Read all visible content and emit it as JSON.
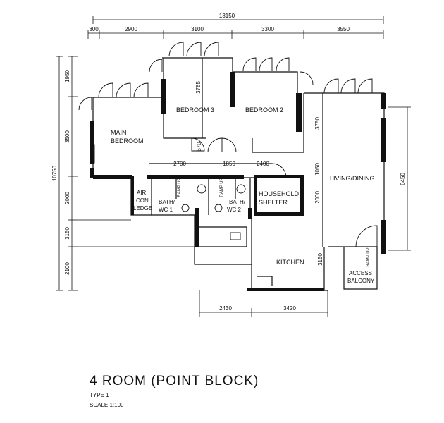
{
  "title": "4 ROOM (POINT BLOCK)",
  "type_label": "TYPE 1",
  "scale_label": "SCALE 1:100",
  "dimensions": {
    "top_total": "13150",
    "top_segments": [
      "300",
      "2900",
      "3100",
      "3300",
      "3550"
    ],
    "left_total": "10750",
    "left_segments": [
      "1950",
      "3500",
      "2000",
      "3150",
      "2100"
    ],
    "inner_1785": "3785",
    "inner_3750": "3750",
    "inner_670": "670",
    "inner_2700": "2700",
    "inner_1850": "1850",
    "inner_2400": "2400",
    "inner_1050": "1050",
    "inner_2000": "2000",
    "inner_3150": "3150",
    "right_6450": "6450",
    "bottom_2430": "2430",
    "bottom_3420": "3420"
  },
  "rooms": {
    "bedroom3": "BEDROOM 3",
    "bedroom2": "BEDROOM 2",
    "main_bedroom_1": "MAIN",
    "main_bedroom_2": "BEDROOM",
    "living_dining": "LIVING/DINING",
    "household_shelter_1": "HOUSEHOLD",
    "household_shelter_2": "SHELTER",
    "aircon_1": "AIR",
    "aircon_2": "CON",
    "aircon_3": "LEDGE",
    "bath1_1": "BATH/",
    "bath1_2": "WC 1",
    "bath2_1": "BATH/",
    "bath2_2": "WC 2",
    "kitchen": "KITCHEN",
    "access_balcony_1": "ACCESS",
    "access_balcony_2": "BALCONY",
    "ramp_up": "RAMP UP",
    "ramp_up_2": "RAMP UP",
    "ramp_up_3": "RAMP UP"
  }
}
